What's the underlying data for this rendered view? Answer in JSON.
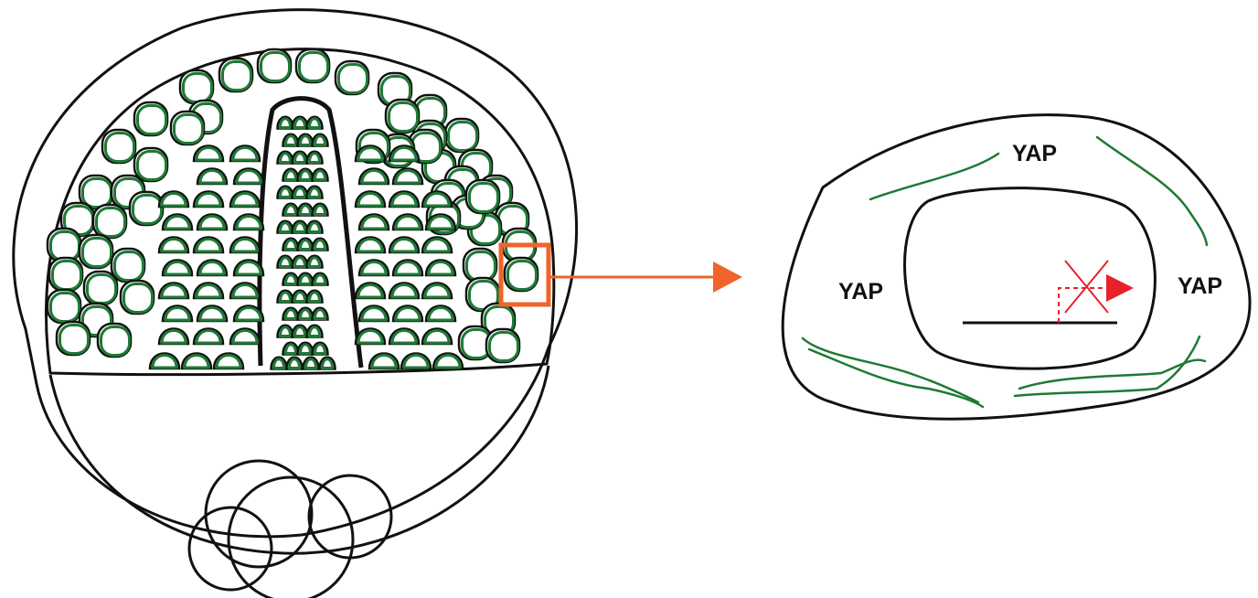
{
  "labels": {
    "yap_top": "YAP",
    "yap_left": "YAP",
    "yap_right": "YAP"
  },
  "colors": {
    "outline": "#111111",
    "cell": "#1e7a35",
    "callout": "#f0632a",
    "inhibition": "#e8202a",
    "background": "#ffffff"
  }
}
